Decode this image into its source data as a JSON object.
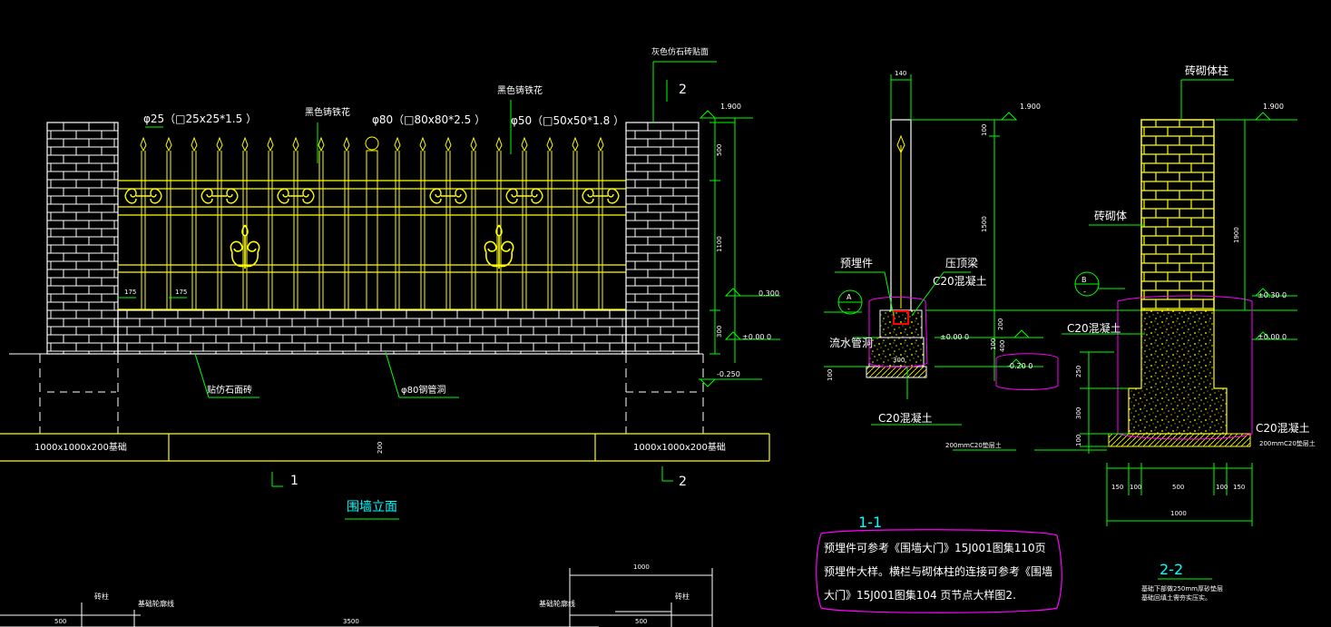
{
  "colors": {
    "background": "#000000",
    "brick": "#ffffff",
    "iron": "#ffff00",
    "dim": "#00ff00",
    "title": "#00ffff",
    "cloud": "#ff00ff"
  },
  "elevation": {
    "title": "围墙立面",
    "section_mark_left": "1",
    "section_mark_right": "2",
    "section_mark_top": "2",
    "note_stone_face": "灰色仿石砖贴面",
    "note_spear": "φ25（□25x25*1.5 ）",
    "note_ironwork_1": "黑色铸铁花",
    "note_post80": "φ80（□80x80*2.5 ）",
    "note_ironwork_2": "黑色铸铁花",
    "note_post50": "φ50（□50x50*1.8 ）",
    "note_stone_brick": "贴仿石面砖",
    "note_drain_pipe": "φ80钢管洞",
    "footing_left": "1000x1000x200基础",
    "footing_right": "1000x1000x200基础",
    "dim_175_a": "175",
    "dim_175_b": "175",
    "dim_500": "500",
    "dim_1100": "1100",
    "dim_300": "300",
    "dim_200": "200",
    "elev_top": "1.900",
    "elev_plinth": "0.300",
    "elev_zero": "±0.00  0",
    "elev_neg": "-0.250"
  },
  "section_1_1": {
    "title": "1-1",
    "dim_140": "140",
    "dim_100_top": "100",
    "dim_1500": "1500",
    "dim_200": "200",
    "dim_100": "100",
    "dim_400": "400",
    "dim_300": "300",
    "dim_100_bot": "100",
    "label_embed": "预埋件",
    "label_cap": "压顶梁",
    "label_concrete_top": "C20混凝土",
    "label_drain": "流水管洞",
    "label_concrete_bottom": "C20混凝土",
    "label_cushion": "200mmC20垫层土",
    "callout_a": "A",
    "callout_a_sub": "-",
    "elev_top": "1.900",
    "elev_zero": "±0.00  0",
    "elev_neg": "-0.20  0",
    "note": [
      "预埋件可参考《围墙大门》15J001图集110页",
      "预埋件大样。横栏与砌体柱的连接可参考《围墙",
      "大门》15J001图集104 页节点大样图2."
    ]
  },
  "section_2_2": {
    "title": "2-2",
    "label_brick_column": "砖砌体柱",
    "label_masonry": "砖砌体",
    "label_concrete_top": "C20混凝土",
    "label_concrete_bottom": "C20混凝土",
    "label_cushion": "200mmC20垫层土",
    "callout_b": "B",
    "callout_b_sub": "-",
    "dim_1900": "1900",
    "dim_250": "250",
    "dim_300": "300",
    "dim_100": "100",
    "elev_top": "1.900",
    "elev_plinth": "±0.30  0",
    "elev_zero": "±0.00  0",
    "bottom_dims": [
      "150",
      "100",
      "500",
      "100",
      "150"
    ],
    "dim_total": "1000",
    "note": [
      "基础下部做250mm厚砂垫层",
      "基础回填土需夯实压实。"
    ]
  },
  "bottom_details": {
    "label_brick_col_left": "砖柱",
    "label_base_line_left": "基础轮廓线",
    "dim_500_left": "500",
    "dim_3500": "3500",
    "dim_1000": "1000",
    "label_base_line_right": "基础轮廓线",
    "label_brick_col_right": "砖柱",
    "dim_500_right": "500"
  }
}
